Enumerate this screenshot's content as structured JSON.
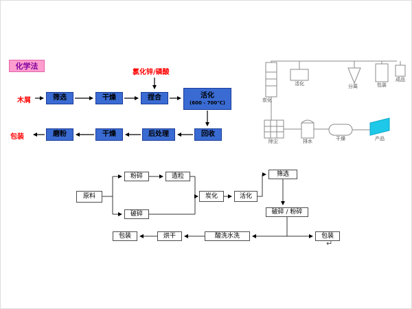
{
  "chemical_flow": {
    "method_label": "化学法",
    "additive_label": "氯化锌/磷酸",
    "input_label": "木屑",
    "output_label": "包装",
    "steps_row1": [
      {
        "label": "筛选"
      },
      {
        "label": "干燥"
      },
      {
        "label": "捏合"
      },
      {
        "label": "活化",
        "sublabel": "(600 - 700℃)"
      }
    ],
    "steps_row2": [
      {
        "label": "回收"
      },
      {
        "label": "后处理"
      },
      {
        "label": "干燥"
      },
      {
        "label": "磨粉"
      }
    ]
  },
  "equipment_diagram": {
    "top_row_labels": {
      "column": "炭化",
      "mixer": "活化",
      "cyclone": "分离",
      "packer": "包装",
      "finished": "成品"
    },
    "bottom_row_labels": {
      "dust_collector": "除尘",
      "drain_tank": "排水",
      "dryer": "干燥",
      "product_flag": "产品"
    }
  },
  "physical_flow": {
    "raw": "原料",
    "mill": "粉碎",
    "granulate": "造粒",
    "crush": "破碎",
    "carbonize": "炭化",
    "activate": "活化",
    "screen": "筛选",
    "crush_mill": "破碎 / 粉碎",
    "acid_wash": "酸洗水洗",
    "dry": "烘干",
    "pack_left": "包装",
    "pack_right": "包装"
  },
  "misc": {
    "return_mark": "↵"
  },
  "colors": {
    "step_box_bg": "#3a6bd3",
    "step_box_border": "#1b3a96",
    "method_bg": "#ff9dce",
    "method_text": "#8000a0",
    "red_text": "#ff0000",
    "product_flag": "#1ec8e8"
  }
}
